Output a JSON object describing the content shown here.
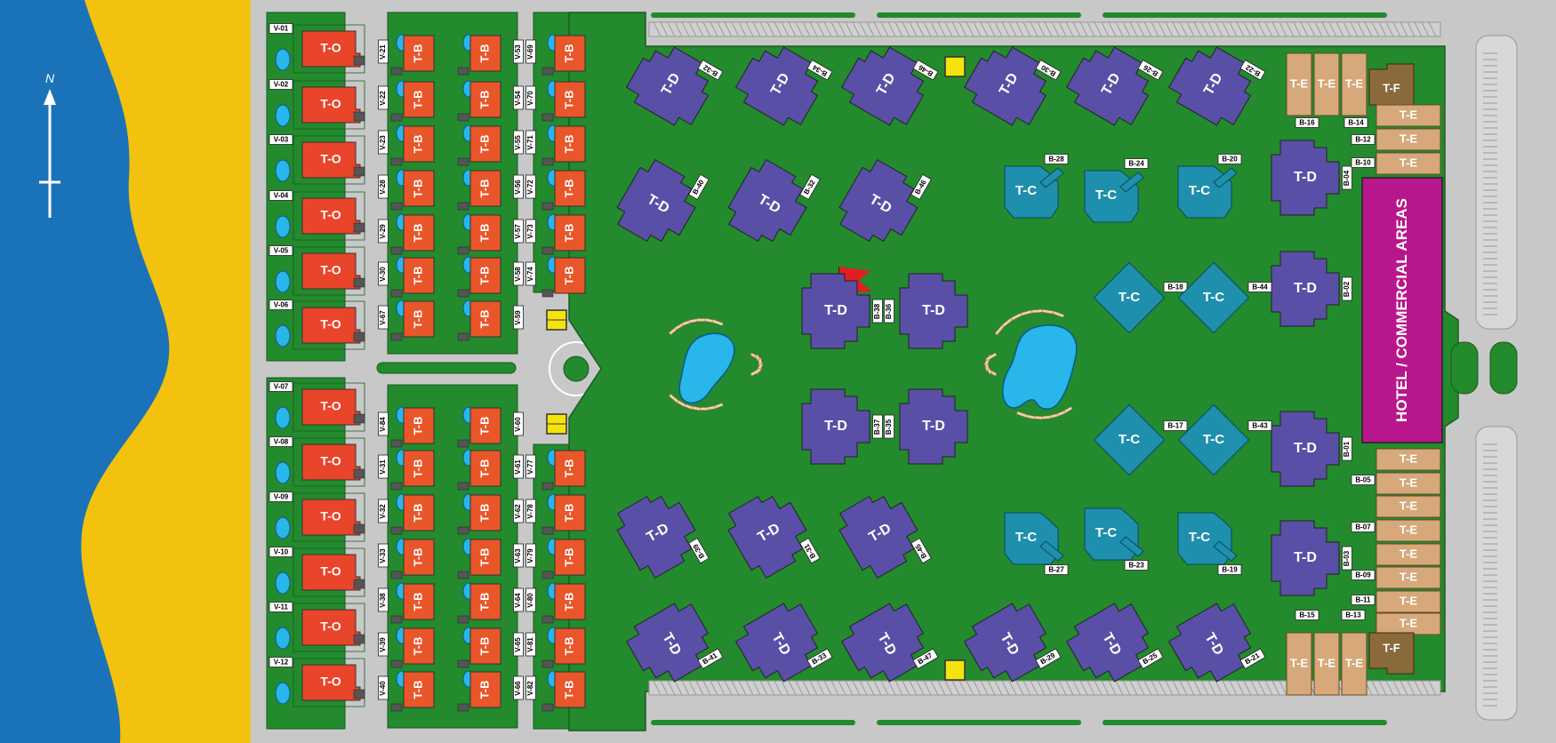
{
  "map": {
    "compass_label": "N",
    "hotel_label": "HOTEL / COMMERCIAL AREAS",
    "colors": {
      "sea": "#1a73b8",
      "sand": "#f2c20f",
      "grass": "#238a2e",
      "road": "#c8c8c8",
      "type_o": "#e8452a",
      "type_b": "#e8562a",
      "type_c": "#1f8fae",
      "type_d": "#5a4fa6",
      "type_e": "#d6a87a",
      "type_f": "#8a6a3a",
      "hotel": "#b8168c",
      "pool": "#29b6ea",
      "marker": "#f4e40c",
      "flag": "#e02020"
    },
    "villas_to": [
      {
        "unit": "T-O",
        "id": "V-01"
      },
      {
        "unit": "T-O",
        "id": "V-02"
      },
      {
        "unit": "T-O",
        "id": "V-03"
      },
      {
        "unit": "T-O",
        "id": "V-04"
      },
      {
        "unit": "T-O",
        "id": "V-05"
      },
      {
        "unit": "T-O",
        "id": "V-06"
      },
      {
        "unit": "T-O",
        "id": "V-07"
      },
      {
        "unit": "T-O",
        "id": "V-08"
      },
      {
        "unit": "T-O",
        "id": "V-09"
      },
      {
        "unit": "T-O",
        "id": "V-10"
      },
      {
        "unit": "T-O",
        "id": "V-11"
      },
      {
        "unit": "T-O",
        "id": "V-12"
      }
    ],
    "tb_col1_top": [
      "V-21",
      "V-22",
      "V-23",
      "V-28",
      "V-29",
      "V-30",
      "V-67"
    ],
    "tb_col1_bottom": [
      "V-84",
      "V-31",
      "V-32",
      "V-33",
      "V-38",
      "V-39",
      "V-40"
    ],
    "tb_col2_top": [
      "V-53",
      "V-54",
      "V-55",
      "V-56",
      "V-57",
      "V-58",
      "V-59"
    ],
    "tb_col2_bottom": [
      "V-60",
      "V-61",
      "V-62",
      "V-63",
      "V-64",
      "V-65",
      "V-66"
    ],
    "tb_col3_top": [
      "V-69",
      "V-70",
      "V-71",
      "V-72",
      "V-73",
      "V-74"
    ],
    "tb_col3_bottom": [
      "V-77",
      "V-78",
      "V-79",
      "V-80",
      "V-81",
      "V-82"
    ],
    "tb_label": "T-B",
    "td_label": "T-D",
    "tc_label": "T-C",
    "te_label": "T-E",
    "tf_label": "T-F",
    "td_top_row": [
      "B-32",
      "B-34",
      "B-46",
      "B-30",
      "B-26",
      "B-22"
    ],
    "td_second_row": [
      "B-40",
      "B-32",
      "B-46"
    ],
    "td_center_tags": [
      "B-38",
      "B-36",
      "B-37",
      "B-35"
    ],
    "td_fourth_row": [
      "B-39",
      "B-31",
      "B-45"
    ],
    "td_bottom_row": [
      "B-41",
      "B-33",
      "B-47",
      "B-29",
      "B-25",
      "B-21"
    ],
    "td_right_col": [
      "B-04",
      "B-02",
      "B-01",
      "B-03"
    ],
    "tc_top": [
      "B-28",
      "B-24",
      "B-20"
    ],
    "tc_mid_upper": [
      "B-18",
      "B-44"
    ],
    "tc_mid_lower": [
      "B-17",
      "B-43"
    ],
    "tc_bottom": [
      "B-27",
      "B-23",
      "B-19"
    ],
    "te_tags_top": [
      "B-16",
      "B-14",
      "B-12",
      "B-10"
    ],
    "te_tags_bottom": [
      "B-05",
      "B-07",
      "B-09",
      "B-11",
      "B-15",
      "B-13"
    ]
  }
}
